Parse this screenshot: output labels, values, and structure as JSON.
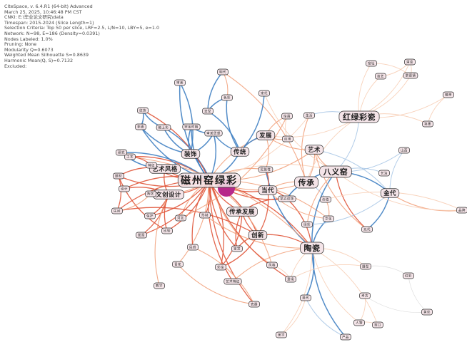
{
  "header": {
    "lines": [
      "CiteSpace, v. 6.4.R1 (64-bit) Advanced",
      "March 25, 2025, 10:46:48 PM CST",
      "CNKI: E:\\毕业论文研究\\data",
      "Timespan: 2015-2024 (Slice Length=1)",
      "Selection Criteria: Top 50 per slice, LRF=2.5, L/N=10, LBY=5, e=1.0",
      "Network: N=98, E=186 (Density=0.0391)",
      "Nodes Labeled: 1.0%",
      "Pruning: None",
      "Modularity Q=0.6073",
      "Weighted Mean Silhouette S=0.8639",
      "Harmonic Mean(Q, S)=0.7132",
      "Excluded:"
    ]
  },
  "colors": {
    "red": "#e0553a",
    "orange": "#f2a27d",
    "light_orange": "#f7cdb4",
    "blue": "#3f7fc2",
    "light_blue": "#a9c7e6",
    "grey": "#d9d9d9",
    "node_fill": "#f4e4e8",
    "hub_fill": "#b7288a"
  },
  "network": {
    "nodes": [
      {
        "id": "n1",
        "label": "磁州窑绿彩",
        "size": "hub"
      },
      {
        "id": "n2",
        "label": "红绿彩瓷",
        "size": "large"
      },
      {
        "id": "n3",
        "label": "八义窑",
        "size": "large"
      },
      {
        "id": "n4",
        "label": "传承",
        "size": "large"
      },
      {
        "id": "n5",
        "label": "陶瓷",
        "size": "large"
      },
      {
        "id": "n6",
        "label": "装饰",
        "size": "medium"
      },
      {
        "id": "n7",
        "label": "艺术风格",
        "size": "medium"
      },
      {
        "id": "n8",
        "label": "传承发展",
        "size": "medium"
      },
      {
        "id": "n9",
        "label": "发展",
        "size": "medium"
      },
      {
        "id": "n10",
        "label": "艺术",
        "size": "medium"
      },
      {
        "id": "n11",
        "label": "金代",
        "size": "medium"
      },
      {
        "id": "n12",
        "label": "当代",
        "size": "medium"
      },
      {
        "id": "n13",
        "label": "创新",
        "size": "medium"
      },
      {
        "id": "n14",
        "label": "传统",
        "size": "medium"
      },
      {
        "id": "n15",
        "label": "文创设计",
        "size": "medium"
      },
      {
        "id": "n16",
        "label": "釉上彩",
        "size": "small"
      },
      {
        "id": "n17",
        "label": "宋金时期",
        "size": "small"
      },
      {
        "id": "n18",
        "label": "审美思想",
        "size": "small"
      },
      {
        "id": "n19",
        "label": "民族性",
        "size": "small"
      },
      {
        "id": "n20",
        "label": "花卉纹饰",
        "size": "small"
      },
      {
        "id": "n21",
        "label": "文化",
        "size": "small"
      },
      {
        "id": "n22",
        "label": "生活",
        "size": "small"
      },
      {
        "id": "n23",
        "label": "元代",
        "size": "small"
      },
      {
        "id": "n24",
        "label": "明代",
        "size": "small"
      },
      {
        "id": "n25",
        "label": "纹饰",
        "size": "small"
      },
      {
        "id": "n26",
        "label": "造型",
        "size": "small"
      },
      {
        "id": "n27",
        "label": "色彩",
        "size": "small"
      },
      {
        "id": "n28",
        "label": "题材",
        "size": "small"
      },
      {
        "id": "n29",
        "label": "工艺",
        "size": "small"
      },
      {
        "id": "n30",
        "label": "特征",
        "size": "small"
      },
      {
        "id": "n31",
        "label": "宋代",
        "size": "small"
      },
      {
        "id": "n32",
        "label": "鉴赏",
        "size": "small"
      },
      {
        "id": "n33",
        "label": "保护",
        "size": "small"
      },
      {
        "id": "n34",
        "label": "应用",
        "size": "small"
      },
      {
        "id": "n35",
        "label": "绘画",
        "size": "small"
      },
      {
        "id": "n36",
        "label": "窑址",
        "size": "small"
      },
      {
        "id": "n37",
        "label": "瓷器",
        "size": "small"
      },
      {
        "id": "n38",
        "label": "彩绘",
        "size": "small"
      },
      {
        "id": "n39",
        "label": "景德镇",
        "size": "small"
      },
      {
        "id": "n40",
        "label": "河北",
        "size": "small"
      },
      {
        "id": "n41",
        "label": "山西",
        "size": "small"
      },
      {
        "id": "n42",
        "label": "长治",
        "size": "small"
      },
      {
        "id": "n43",
        "label": "非遗",
        "size": "small"
      },
      {
        "id": "n44",
        "label": "研究",
        "size": "small"
      },
      {
        "id": "n45",
        "label": "价值",
        "size": "small"
      },
      {
        "id": "n46",
        "label": "审美",
        "size": "small"
      },
      {
        "id": "n47",
        "label": "民间",
        "size": "small"
      },
      {
        "id": "n48",
        "label": "技艺",
        "size": "small"
      },
      {
        "id": "n49",
        "label": "绿彩",
        "size": "small"
      },
      {
        "id": "n50",
        "label": "陶艺",
        "size": "small"
      },
      {
        "id": "n51",
        "label": "设计",
        "size": "small"
      },
      {
        "id": "n52",
        "label": "演变",
        "size": "small"
      },
      {
        "id": "n53",
        "label": "图案",
        "size": "small"
      },
      {
        "id": "n54",
        "label": "笔墨",
        "size": "small"
      },
      {
        "id": "n55",
        "label": "精神",
        "size": "small"
      },
      {
        "id": "n56",
        "label": "风格",
        "size": "small"
      },
      {
        "id": "n57",
        "label": "现代",
        "size": "small"
      },
      {
        "id": "n58",
        "label": "比较",
        "size": "small"
      },
      {
        "id": "n59",
        "label": "产品",
        "size": "small"
      },
      {
        "id": "n60",
        "label": "品牌",
        "size": "small"
      },
      {
        "id": "n61",
        "label": "教学",
        "size": "small"
      },
      {
        "id": "n62",
        "label": "美学",
        "size": "small"
      },
      {
        "id": "n63",
        "label": "意境",
        "size": "small"
      },
      {
        "id": "n64",
        "label": "形制",
        "size": "small"
      },
      {
        "id": "n65",
        "label": "窑口",
        "size": "small"
      },
      {
        "id": "n66",
        "label": "艺术特征",
        "size": "small"
      },
      {
        "id": "n67",
        "label": "人物",
        "size": "small"
      },
      {
        "id": "n68",
        "label": "器型",
        "size": "small"
      },
      {
        "id": "n69",
        "label": "红彩",
        "size": "small"
      },
      {
        "id": "n70",
        "label": "黄彩",
        "size": "small"
      },
      {
        "id": "n71",
        "label": "考古",
        "size": "small"
      },
      {
        "id": "n72",
        "label": "青花",
        "size": "small"
      },
      {
        "id": "n73",
        "label": "民俗",
        "size": "small"
      }
    ],
    "edges": [
      [
        "n1",
        "n6",
        "blue"
      ],
      [
        "n1",
        "n7",
        "red"
      ],
      [
        "n1",
        "n8",
        "red"
      ],
      [
        "n1",
        "n9",
        "orange"
      ],
      [
        "n1",
        "n4",
        "orange"
      ],
      [
        "n1",
        "n5",
        "red"
      ],
      [
        "n1",
        "n12",
        "red"
      ],
      [
        "n1",
        "n13",
        "red"
      ],
      [
        "n1",
        "n14",
        "blue"
      ],
      [
        "n1",
        "n15",
        "red"
      ],
      [
        "n1",
        "n16",
        "blue"
      ],
      [
        "n1",
        "n17",
        "blue"
      ],
      [
        "n1",
        "n18",
        "blue"
      ],
      [
        "n1",
        "n19",
        "orange"
      ],
      [
        "n1",
        "n20",
        "red"
      ],
      [
        "n1",
        "n21",
        "orange"
      ],
      [
        "n1",
        "n25",
        "red"
      ],
      [
        "n1",
        "n28",
        "red"
      ],
      [
        "n1",
        "n29",
        "red"
      ],
      [
        "n1",
        "n30",
        "red"
      ],
      [
        "n1",
        "n32",
        "red"
      ],
      [
        "n1",
        "n33",
        "red"
      ],
      [
        "n1",
        "n37",
        "red"
      ],
      [
        "n1",
        "n38",
        "red"
      ],
      [
        "n1",
        "n40",
        "orange"
      ],
      [
        "n1",
        "n43",
        "blue"
      ],
      [
        "n1",
        "n44",
        "blue"
      ],
      [
        "n1",
        "n46",
        "blue"
      ],
      [
        "n1",
        "n47",
        "red"
      ],
      [
        "n1",
        "n50",
        "orange"
      ],
      [
        "n1",
        "n51",
        "red"
      ],
      [
        "n1",
        "n53",
        "red"
      ],
      [
        "n1",
        "n56",
        "orange"
      ],
      [
        "n1",
        "n58",
        "red"
      ],
      [
        "n1",
        "n10",
        "orange"
      ],
      [
        "n1",
        "n3",
        "light_orange"
      ],
      [
        "n1",
        "n22",
        "light_orange"
      ],
      [
        "n1",
        "n64",
        "red"
      ],
      [
        "n1",
        "n66",
        "red"
      ],
      [
        "n6",
        "n17",
        "blue"
      ],
      [
        "n6",
        "n18",
        "blue"
      ],
      [
        "n6",
        "n43",
        "blue"
      ],
      [
        "n6",
        "n46",
        "blue"
      ],
      [
        "n6",
        "n16",
        "blue"
      ],
      [
        "n7",
        "n28",
        "red"
      ],
      [
        "n7",
        "n30",
        "red"
      ],
      [
        "n7",
        "n15",
        "red"
      ],
      [
        "n7",
        "n44",
        "blue"
      ],
      [
        "n15",
        "n51",
        "red"
      ],
      [
        "n15",
        "n53",
        "red"
      ],
      [
        "n15",
        "n58",
        "red"
      ],
      [
        "n15",
        "n33",
        "red"
      ],
      [
        "n15",
        "n61",
        "orange"
      ],
      [
        "n8",
        "n20",
        "red"
      ],
      [
        "n8",
        "n13",
        "red"
      ],
      [
        "n8",
        "n38",
        "red"
      ],
      [
        "n8",
        "n32",
        "red"
      ],
      [
        "n4",
        "n3",
        "blue"
      ],
      [
        "n4",
        "n10",
        "orange"
      ],
      [
        "n4",
        "n22",
        "orange"
      ],
      [
        "n4",
        "n20",
        "blue"
      ],
      [
        "n4",
        "n2",
        "light_orange"
      ],
      [
        "n4",
        "n24",
        "orange"
      ],
      [
        "n4",
        "n45",
        "light_blue"
      ],
      [
        "n4",
        "n12",
        "orange"
      ],
      [
        "n3",
        "n11",
        "blue"
      ],
      [
        "n3",
        "n2",
        "light_blue"
      ],
      [
        "n3",
        "n10",
        "orange"
      ],
      [
        "n3",
        "n41",
        "light_blue"
      ],
      [
        "n3",
        "n42",
        "light_blue"
      ],
      [
        "n3",
        "n23",
        "red"
      ],
      [
        "n3",
        "n31",
        "light_orange"
      ],
      [
        "n3",
        "n49",
        "orange"
      ],
      [
        "n2",
        "n36",
        "light_orange"
      ],
      [
        "n2",
        "n39",
        "light_orange"
      ],
      [
        "n2",
        "n48",
        "light_orange"
      ],
      [
        "n2",
        "n52",
        "light_orange"
      ],
      [
        "n2",
        "n54",
        "light_orange"
      ],
      [
        "n2",
        "n55",
        "light_orange"
      ],
      [
        "n2",
        "n9",
        "light_orange"
      ],
      [
        "n2",
        "n22",
        "light_blue"
      ],
      [
        "n36",
        "n39",
        "light_orange"
      ],
      [
        "n48",
        "n52",
        "light_orange"
      ],
      [
        "n54",
        "n55",
        "light_orange"
      ],
      [
        "n39",
        "n52",
        "light_orange"
      ],
      [
        "n11",
        "n41",
        "light_blue"
      ],
      [
        "n11",
        "n60",
        "orange"
      ],
      [
        "n11",
        "n23",
        "blue"
      ],
      [
        "n11",
        "n10",
        "light_blue"
      ],
      [
        "n5",
        "n21",
        "blue"
      ],
      [
        "n5",
        "n13",
        "red"
      ],
      [
        "n5",
        "n57",
        "blue"
      ],
      [
        "n5",
        "n59",
        "blue"
      ],
      [
        "n5",
        "n62",
        "light_orange"
      ],
      [
        "n5",
        "n63",
        "light_orange"
      ],
      [
        "n5",
        "n65",
        "light_orange"
      ],
      [
        "n5",
        "n67",
        "light_orange"
      ],
      [
        "n5",
        "n3",
        "blue"
      ],
      [
        "n5",
        "n20",
        "red"
      ],
      [
        "n5",
        "n19",
        "blue"
      ],
      [
        "n5",
        "n29",
        "orange"
      ],
      [
        "n5",
        "n68",
        "light_orange"
      ],
      [
        "n57",
        "n59",
        "light_blue"
      ],
      [
        "n57",
        "n62",
        "light_orange"
      ],
      [
        "n65",
        "n67",
        "light_orange"
      ],
      [
        "n68",
        "n69",
        "grey"
      ],
      [
        "n69",
        "n70",
        "grey"
      ],
      [
        "n70",
        "n71",
        "grey"
      ],
      [
        "n67",
        "n71",
        "light_orange"
      ],
      [
        "n63",
        "n68",
        "light_orange"
      ],
      [
        "n9",
        "n14",
        "blue"
      ],
      [
        "n9",
        "n19",
        "orange"
      ],
      [
        "n9",
        "n34",
        "orange"
      ],
      [
        "n9",
        "n35",
        "orange"
      ],
      [
        "n9",
        "n10",
        "orange"
      ],
      [
        "n14",
        "n18",
        "blue"
      ],
      [
        "n14",
        "n26",
        "blue"
      ],
      [
        "n14",
        "n27",
        "blue"
      ],
      [
        "n14",
        "n31",
        "blue"
      ],
      [
        "n26",
        "n27",
        "blue"
      ],
      [
        "n24",
        "n26",
        "blue"
      ],
      [
        "n24",
        "n27",
        "orange"
      ],
      [
        "n12",
        "n19",
        "red"
      ],
      [
        "n12",
        "n20",
        "red"
      ],
      [
        "n12",
        "n21",
        "orange"
      ],
      [
        "n12",
        "n13",
        "red"
      ],
      [
        "n13",
        "n32",
        "red"
      ],
      [
        "n13",
        "n38",
        "red"
      ],
      [
        "n13",
        "n47",
        "red"
      ],
      [
        "n28",
        "n47",
        "red"
      ],
      [
        "n28",
        "n58",
        "red"
      ],
      [
        "n29",
        "n30",
        "red"
      ],
      [
        "n47",
        "n50",
        "orange"
      ],
      [
        "n37",
        "n72",
        "orange"
      ],
      [
        "n37",
        "n73",
        "orange"
      ],
      [
        "n1",
        "n72",
        "orange"
      ],
      [
        "n1",
        "n73",
        "red"
      ],
      [
        "n16",
        "n25",
        "blue"
      ],
      [
        "n17",
        "n18",
        "blue"
      ],
      [
        "n25",
        "n43",
        "blue"
      ],
      [
        "n40",
        "n35",
        "orange"
      ],
      [
        "n34",
        "n35",
        "light_orange"
      ],
      [
        "n21",
        "n45",
        "orange"
      ],
      [
        "n45",
        "n60",
        "light_orange"
      ],
      [
        "n3",
        "n60",
        "light_orange"
      ],
      [
        "n11",
        "n49",
        "light_blue"
      ],
      [
        "n10",
        "n23",
        "orange"
      ],
      [
        "n5",
        "n64",
        "orange"
      ],
      [
        "n5",
        "n66",
        "orange"
      ],
      [
        "n56",
        "n63",
        "light_orange"
      ],
      [
        "n1",
        "n63",
        "red"
      ],
      [
        "n1",
        "n56",
        "orange"
      ]
    ]
  }
}
